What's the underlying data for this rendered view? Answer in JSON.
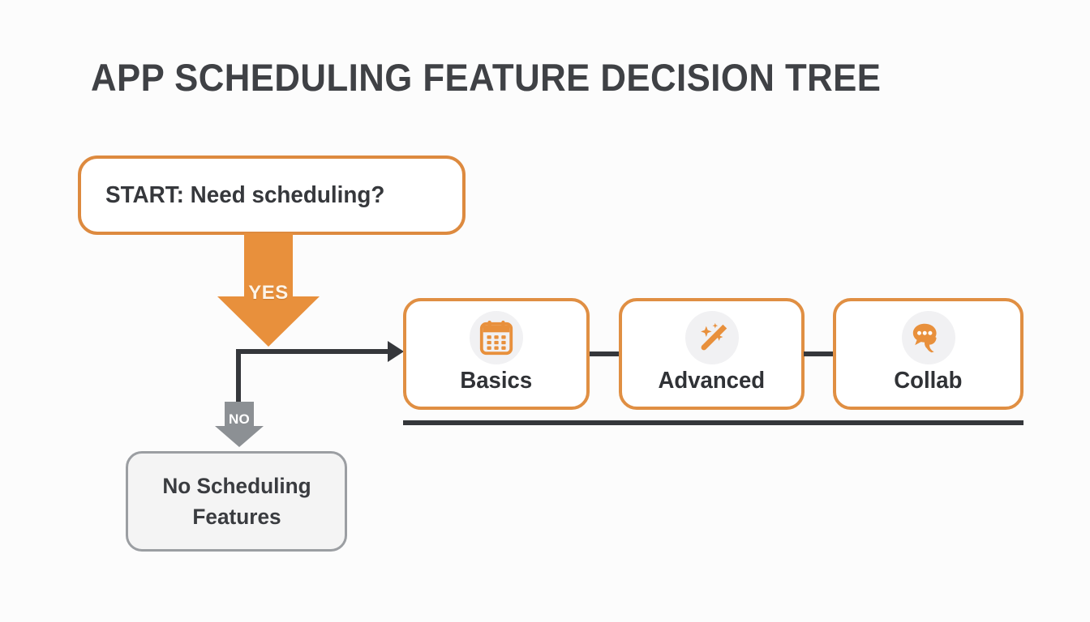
{
  "title": "APP SCHEDULING FEATURE DECISION TREE",
  "colors": {
    "background": "#fcfcfc",
    "accent_orange": "#e08f43",
    "arrow_orange": "#e8903c",
    "dark_line": "#35373b",
    "gray_node_border": "#9b9ea2",
    "gray_node_fill": "#f4f4f4",
    "gray_arrow": "#8c9094",
    "title_text": "#3f4145",
    "yes_text": "#fdf4e8"
  },
  "start_node": {
    "label": "START: Need scheduling?"
  },
  "branches": {
    "yes": {
      "label": "YES",
      "direction": "down-right"
    },
    "no": {
      "label": "NO",
      "direction": "down"
    }
  },
  "no_outcome": {
    "label": "No Scheduling Features",
    "line1": "No Scheduling",
    "line2": "Features"
  },
  "feature_cards": [
    {
      "label": "Basics",
      "icon": "calendar-icon"
    },
    {
      "label": "Advanced",
      "icon": "magic-wand-icon"
    },
    {
      "label": "Collab",
      "icon": "chat-bubbles-icon"
    }
  ],
  "chart_data": {
    "type": "diagram",
    "title": "APP SCHEDULING FEATURE DECISION TREE",
    "nodes": [
      {
        "id": "start",
        "label": "START: Need scheduling?",
        "shape": "rounded-rect",
        "style": "orange-outline"
      },
      {
        "id": "basics",
        "label": "Basics",
        "shape": "rounded-rect",
        "style": "orange-outline",
        "icon": "calendar-icon"
      },
      {
        "id": "advanced",
        "label": "Advanced",
        "shape": "rounded-rect",
        "style": "orange-outline",
        "icon": "magic-wand-icon"
      },
      {
        "id": "collab",
        "label": "Collab",
        "shape": "rounded-rect",
        "style": "orange-outline",
        "icon": "chat-bubbles-icon"
      },
      {
        "id": "none",
        "label": "No Scheduling Features",
        "shape": "rounded-rect",
        "style": "gray-filled"
      }
    ],
    "edges": [
      {
        "from": "start",
        "to": "basics",
        "label": "YES",
        "style": "orange-thick-arrow-then-elbow"
      },
      {
        "from": "start",
        "to": "none",
        "label": "NO",
        "style": "gray-arrow"
      },
      {
        "from": "basics",
        "to": "advanced",
        "label": "",
        "style": "dark-connector"
      },
      {
        "from": "advanced",
        "to": "collab",
        "label": "",
        "style": "dark-connector"
      }
    ]
  }
}
